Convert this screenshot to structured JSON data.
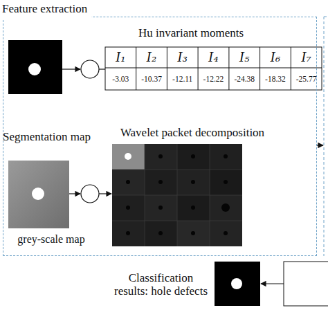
{
  "diagram": {
    "nodes": [
      {
        "text": [
          "Feature extraction"
        ]
      }
    ],
    "labels": [
      "Hu invariant moments",
      "I₁",
      "I₂",
      "I₃",
      "I₄",
      "I₅",
      "I₆",
      "I₇",
      "-3.03",
      "-10.37",
      "-12.11",
      "-12.22",
      "-24.38",
      "-18.32",
      "-25.77",
      "Segmentation map",
      "Wavelet packet decomposition",
      "grey-scale map",
      "Classification results: hole defects"
    ]
  }
}
